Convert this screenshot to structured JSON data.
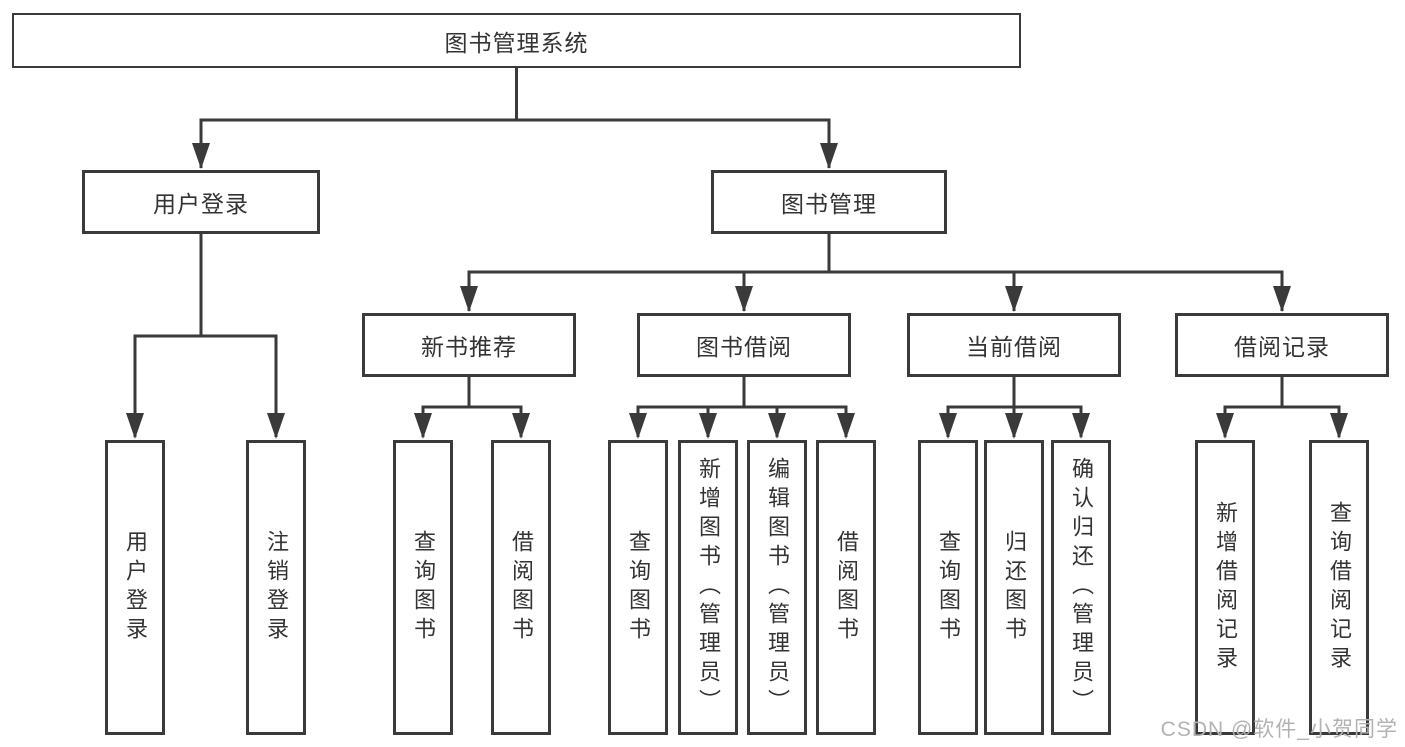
{
  "diagram": {
    "tree": {
      "root": {
        "label": "图书管理系统",
        "children": [
          {
            "label": "用户登录",
            "children": [
              {
                "label": "用户登录"
              },
              {
                "label": "注销登录"
              }
            ]
          },
          {
            "label": "图书管理",
            "children": [
              {
                "label": "新书推荐",
                "children": [
                  {
                    "label": "查询图书"
                  },
                  {
                    "label": "借阅图书"
                  }
                ]
              },
              {
                "label": "图书借阅",
                "children": [
                  {
                    "label": "查询图书"
                  },
                  {
                    "label": "新增图书（管理员）"
                  },
                  {
                    "label": "编辑图书（管理员）"
                  },
                  {
                    "label": "借阅图书"
                  }
                ]
              },
              {
                "label": "当前借阅",
                "children": [
                  {
                    "label": "查询图书"
                  },
                  {
                    "label": "归还图书"
                  },
                  {
                    "label": "确认归还（管理员）"
                  }
                ]
              },
              {
                "label": "借阅记录",
                "children": [
                  {
                    "label": "新增借阅记录"
                  },
                  {
                    "label": "查询借阅记录"
                  }
                ]
              }
            ]
          }
        ]
      }
    },
    "colors": {
      "line": "#3a3a3a",
      "text": "#333333",
      "background": "#ffffff",
      "watermark": "#b4b1b1"
    }
  },
  "watermark": {
    "text": "CSDN @软件_小贺同学"
  }
}
